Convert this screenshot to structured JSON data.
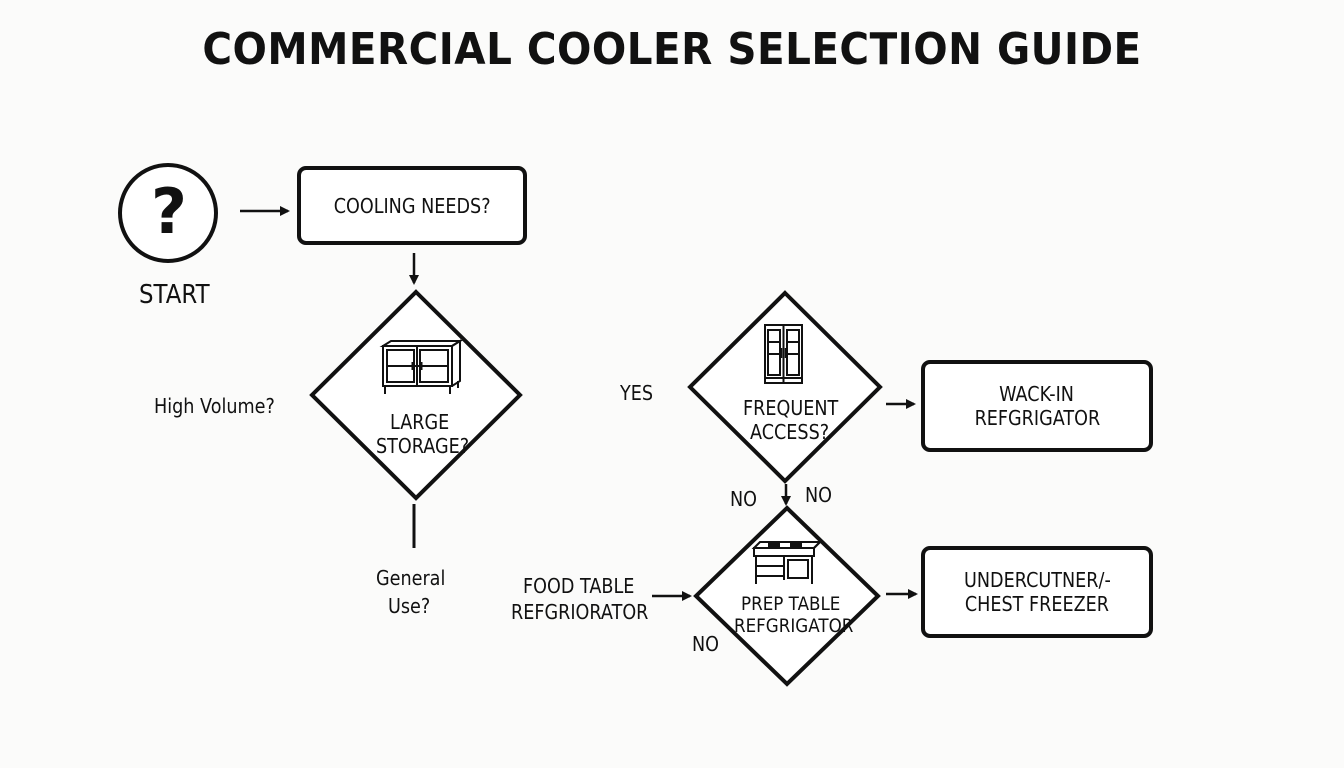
{
  "title": "COMMERCIAL COOLER SELECTION GUIDE",
  "start": {
    "symbol": "?",
    "label": "START"
  },
  "boxes": {
    "cooling_needs": "COOLING NEEDS?",
    "walk_in_line1": "WACK-IN",
    "walk_in_line2": "REFGRIGATOR",
    "undercounter_line1": "UNDERCUTNER/-",
    "undercounter_line2": "CHEST FREEZER"
  },
  "decisions": {
    "large_storage_line1": "LARGE",
    "large_storage_line2": "STORAGE?",
    "frequent_access_line1": "FREQUENT",
    "frequent_access_line2": "ACCESS?",
    "prep_table_line1": "PREP TABLE",
    "prep_table_line2": "REFGRIGATOR"
  },
  "labels": {
    "high_volume": "High Volume?",
    "general_use_line1": "General",
    "general_use_line2": "Use?",
    "food_table_line1": "FOOD TABLE",
    "food_table_line2": "REFGRIORATOR",
    "yes": "YES",
    "no_left": "NO",
    "no_right": "NO",
    "no_bottom": "NO"
  },
  "icons": [
    "question-mark-icon",
    "display-cooler-icon",
    "double-door-fridge-icon",
    "prep-table-icon"
  ],
  "colors": {
    "ink": "#111111",
    "background": "#fbfbfa"
  }
}
